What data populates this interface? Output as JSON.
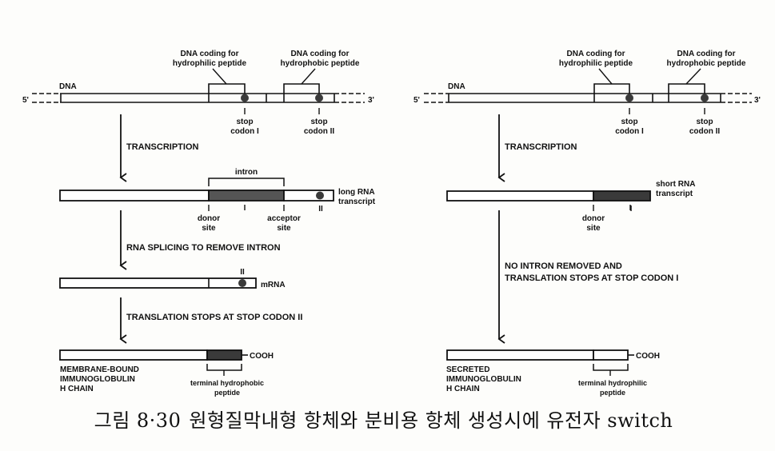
{
  "caption": {
    "figure_label": "그림 8·30",
    "text": "원형질막내형 항체와 분비용 항체 생성시에 유전자 switch"
  },
  "colors": {
    "ink": "#111111",
    "dark_fill": "#3a3a3a",
    "intron_fill": "#555555",
    "background": "#fdfdfb"
  },
  "panels": {
    "left": {
      "dna": {
        "label": "DNA",
        "end5": "5'",
        "end3": "3'",
        "bracket_hydrophilic": [
          "DNA coding for",
          "hydrophilic peptide"
        ],
        "bracket_hydrophobic": [
          "DNA coding for",
          "hydrophobic peptide"
        ],
        "stop1": [
          "stop",
          "codon I"
        ],
        "stop2": [
          "stop",
          "codon II"
        ]
      },
      "step1": "TRANSCRIPTION",
      "rna": {
        "intron_label": "intron",
        "marker_i": "I",
        "marker_ii": "II",
        "donor": [
          "donor",
          "site"
        ],
        "acceptor": [
          "acceptor",
          "site"
        ],
        "name": [
          "long RNA",
          "transcript"
        ]
      },
      "step2": "RNA SPLICING TO REMOVE INTRON",
      "mrna": {
        "marker_ii": "II",
        "name": "mRNA"
      },
      "step3": "TRANSLATION STOPS AT STOP CODON II",
      "protein": {
        "cooh": "COOH",
        "name": [
          "MEMBRANE-BOUND",
          "IMMUNOGLOBULIN",
          "H CHAIN"
        ],
        "peptide": [
          "terminal hydrophobic",
          "peptide"
        ]
      }
    },
    "right": {
      "dna": {
        "label": "DNA",
        "end5": "5'",
        "end3": "3'",
        "bracket_hydrophilic": [
          "DNA coding for",
          "hydrophilic peptide"
        ],
        "bracket_hydrophobic": [
          "DNA coding for",
          "hydrophobic peptide"
        ],
        "stop1": [
          "stop",
          "codon I"
        ],
        "stop2": [
          "stop",
          "codon II"
        ]
      },
      "step1": "TRANSCRIPTION",
      "rna": {
        "marker_i": "I",
        "donor": [
          "donor",
          "site"
        ],
        "name": [
          "short RNA",
          "transcript"
        ]
      },
      "step2": [
        "NO INTRON REMOVED AND",
        "TRANSLATION STOPS AT STOP CODON I"
      ],
      "protein": {
        "cooh": "COOH",
        "name": [
          "SECRETED",
          "IMMUNOGLOBULIN",
          "H CHAIN"
        ],
        "peptide": [
          "terminal hydrophilic",
          "peptide"
        ]
      }
    }
  }
}
